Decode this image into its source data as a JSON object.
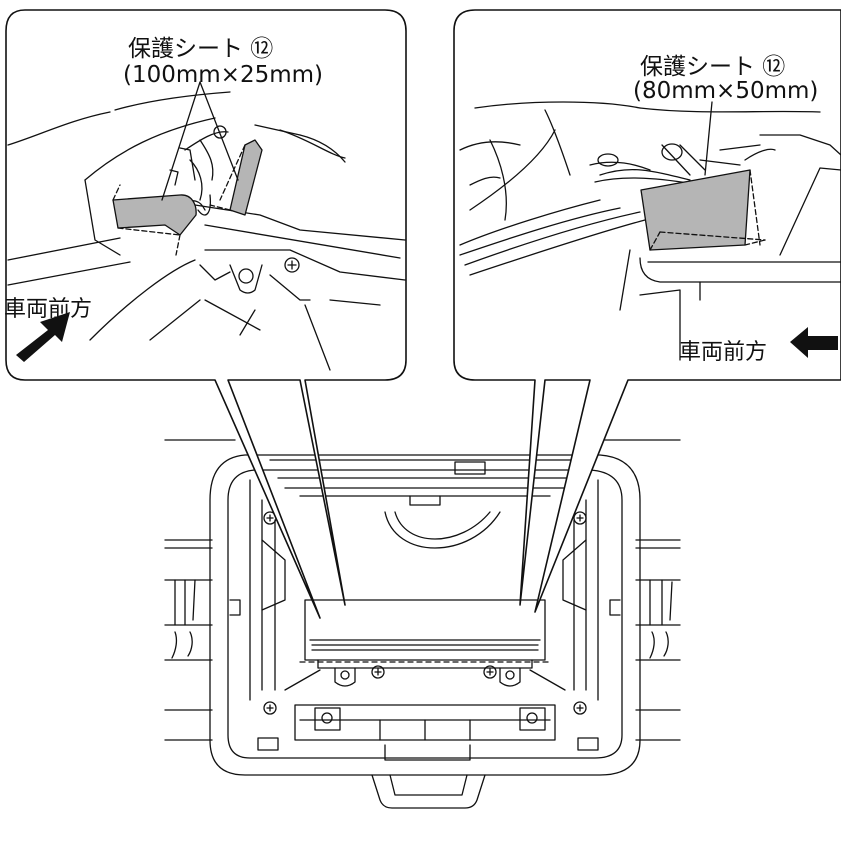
{
  "left_detail": {
    "label_line1": "保護シート ⑫",
    "label_line2": "(100mm×25mm)",
    "direction_text": "車両前方"
  },
  "right_detail": {
    "label_line1": "保護シート ⑫",
    "label_line2": "(80mm×50mm)",
    "direction_text": "車両前方"
  },
  "colors": {
    "line": "#111111",
    "sheet_fill": "#b5b5b5",
    "background": "#ffffff"
  },
  "icons": {
    "left_arrow": "arrow-up-right-icon",
    "right_arrow": "arrow-left-icon"
  }
}
